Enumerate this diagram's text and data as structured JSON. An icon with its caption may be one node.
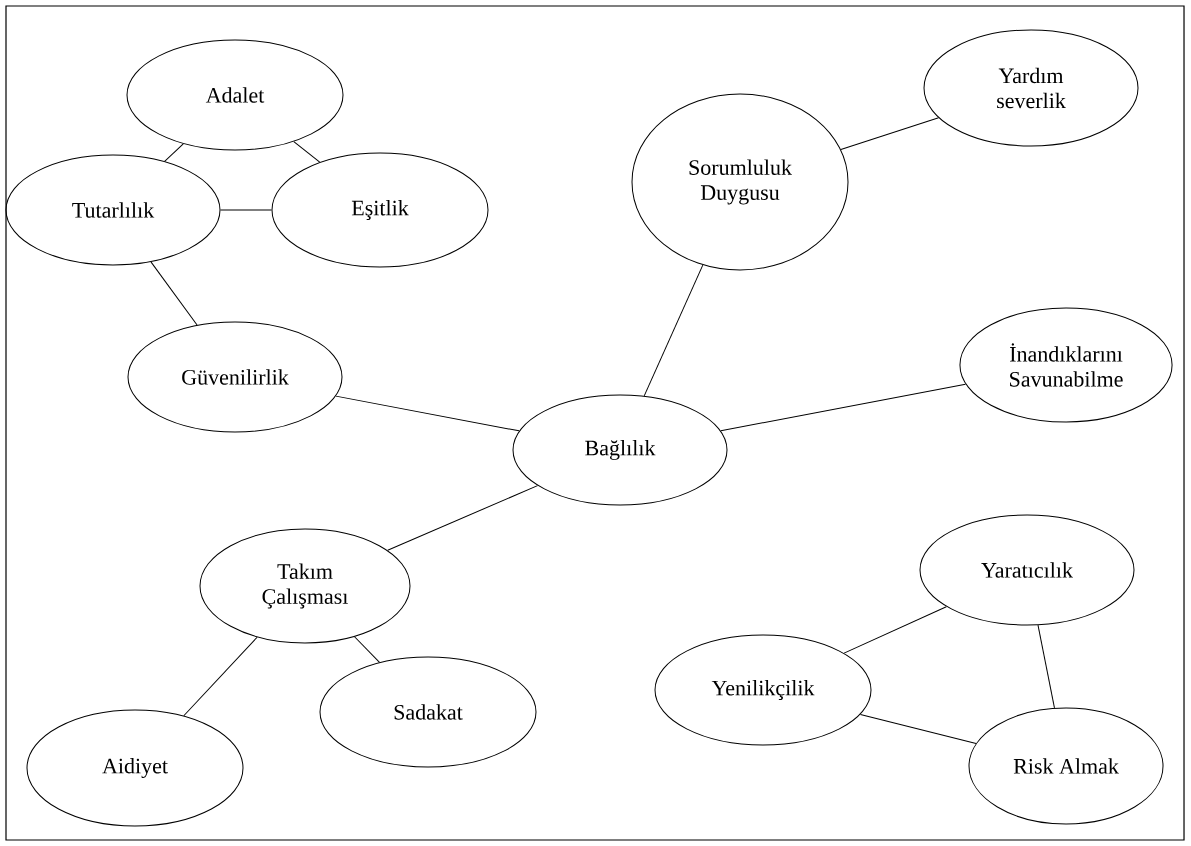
{
  "diagram": {
    "nodes": [
      {
        "text": [
          "Adalet"
        ]
      },
      {
        "text": [
          "Yardım severlik"
        ]
      },
      {
        "text": [
          "Tutarlılık"
        ]
      },
      {
        "text": [
          "Eşitlik"
        ]
      },
      {
        "text": [
          "Sorumluluk Duygusu"
        ]
      },
      {
        "text": [
          "Güvenilirlik"
        ]
      },
      {
        "text": [
          "İnandıklarını Savunabilme"
        ]
      },
      {
        "text": [
          "Bağlılık"
        ]
      },
      {
        "text": [
          "Takım Çalışması"
        ]
      },
      {
        "text": [
          "Yaratıcılık"
        ]
      },
      {
        "text": [
          "Sadakat"
        ]
      },
      {
        "text": [
          "Yenilikçilik"
        ]
      },
      {
        "text": [
          "Aidiyet"
        ]
      },
      {
        "text": [
          "Risk Almak"
        ]
      }
    ],
    "edges": [
      {
        "from": 0,
        "to": 2,
        "arrow": "none"
      },
      {
        "from": 0,
        "to": 3,
        "arrow": "none"
      },
      {
        "from": 2,
        "to": 3,
        "arrow": "none"
      },
      {
        "from": 2,
        "to": 5,
        "arrow": "none"
      },
      {
        "from": 5,
        "to": 7,
        "arrow": "none"
      },
      {
        "from": 4,
        "to": 1,
        "arrow": "none"
      },
      {
        "from": 4,
        "to": 7,
        "arrow": "none"
      },
      {
        "from": 7,
        "to": 6,
        "arrow": "none"
      },
      {
        "from": 7,
        "to": 8,
        "arrow": "none"
      },
      {
        "from": 8,
        "to": 12,
        "arrow": "none"
      },
      {
        "from": 8,
        "to": 10,
        "arrow": "none"
      },
      {
        "from": 9,
        "to": 11,
        "arrow": "none"
      },
      {
        "from": 9,
        "to": 13,
        "arrow": "none"
      },
      {
        "from": 11,
        "to": 13,
        "arrow": "none"
      }
    ]
  }
}
